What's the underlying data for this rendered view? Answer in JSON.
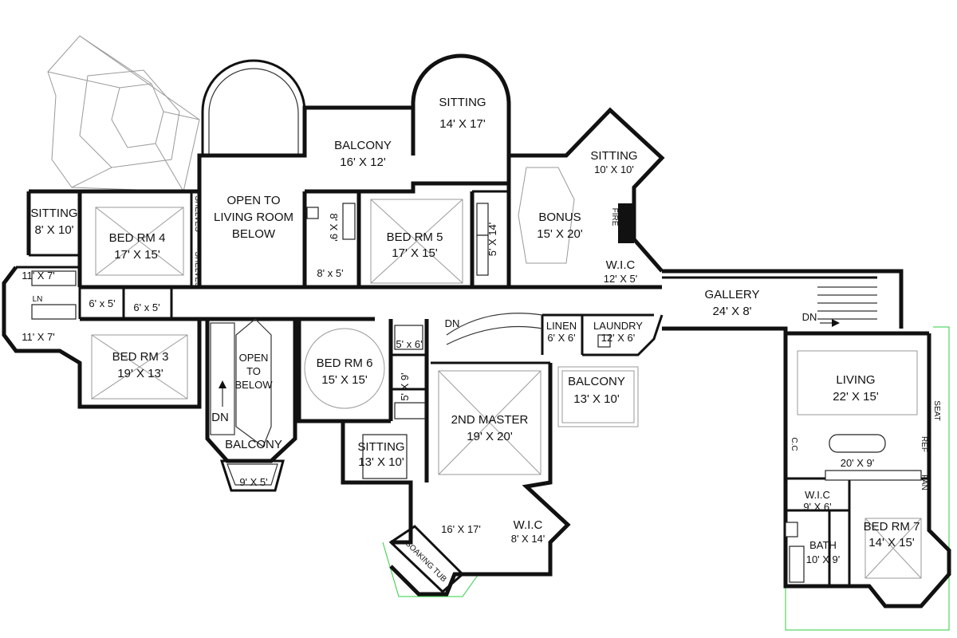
{
  "rooms": {
    "sitting_nw": {
      "name": "SITTING",
      "size": "8' X 10'"
    },
    "bed4": {
      "name": "BED RM 4",
      "size": "17' X 15'"
    },
    "open_living": {
      "line1": "OPEN TO",
      "line2": "LIVING ROOM",
      "line3": "BELOW"
    },
    "balcony_top": {
      "name": "BALCONY",
      "size": "16' X 12'"
    },
    "sitting_top": {
      "name": "SITTING",
      "size": "14' X 17'"
    },
    "bed5": {
      "name": "BED RM 5",
      "size": "17' X 15'"
    },
    "bonus": {
      "name": "BONUS",
      "size": "15' X 20'"
    },
    "sitting_ne": {
      "name": "SITTING",
      "size": "10' X 10'"
    },
    "wic_bonus": {
      "name": "W.I.C",
      "size": "12' X 5'"
    },
    "gallery": {
      "name": "GALLERY",
      "size": "24' X 8'"
    },
    "bath_a": {
      "size_top": "11' X 7'",
      "size_bot": "11' X 7'"
    },
    "closet_a": {
      "size": "6' x 5'"
    },
    "closet_b": {
      "size": "6' x 5'"
    },
    "bed3": {
      "name": "BED RM 3",
      "size": "19' X 13'"
    },
    "open_below": {
      "line1": "OPEN",
      "line2": "TO",
      "line3": "BELOW"
    },
    "bed6": {
      "name": "BED RM 6",
      "size": "15' X 15'"
    },
    "closet_c": {
      "size": "5' x 6'"
    },
    "bath_c": {
      "size": "5' X 9'"
    },
    "bath_b": {
      "size": "8' X 9'"
    },
    "closet_d": {
      "size": "8' x 5'"
    },
    "bath_d": {
      "size": "5' X 14'"
    },
    "linen": {
      "name": "LINEN",
      "size": "6' X 6'"
    },
    "laundry": {
      "name": "LAUNDRY",
      "size": "12' X 6'"
    },
    "balcony_mid": {
      "name": "BALCONY",
      "size": "13' X 10'"
    },
    "master2": {
      "name": "2ND MASTER",
      "size": "19' X 20'"
    },
    "sitting_master": {
      "name": "SITTING",
      "size": "13' X 10'"
    },
    "balcony_stair": {
      "name": "BALCONY"
    },
    "balcony_small": {
      "size": "9' X 5'"
    },
    "master_bath": {
      "size": "16' X 17'"
    },
    "wic_master": {
      "name": "W.I.C",
      "size": "8' X 14'"
    },
    "soaking_tub": {
      "name": "SOAKING TUB"
    },
    "living": {
      "name": "LIVING",
      "size": "22' X 15'"
    },
    "kitchenette": {
      "size": "20' X 9'"
    },
    "wic_bed7": {
      "name": "W.I.C",
      "size": "9' X 6'"
    },
    "bath_bed7": {
      "name": "BATH",
      "size": "10' X 9'"
    },
    "bed7": {
      "name": "BED RM 7",
      "size": "14' X 15'"
    }
  },
  "small_labels": {
    "dn_left": "DN",
    "dn_mid": "DN",
    "dn_right": "DN",
    "shelves_top": "SHELVES",
    "shelves_bot": "SHELVES",
    "fire": "FIRE",
    "ln": "LN",
    "seat": "SEAT",
    "ref": "REF",
    "pan": "PAN",
    "cc": "C.C"
  }
}
